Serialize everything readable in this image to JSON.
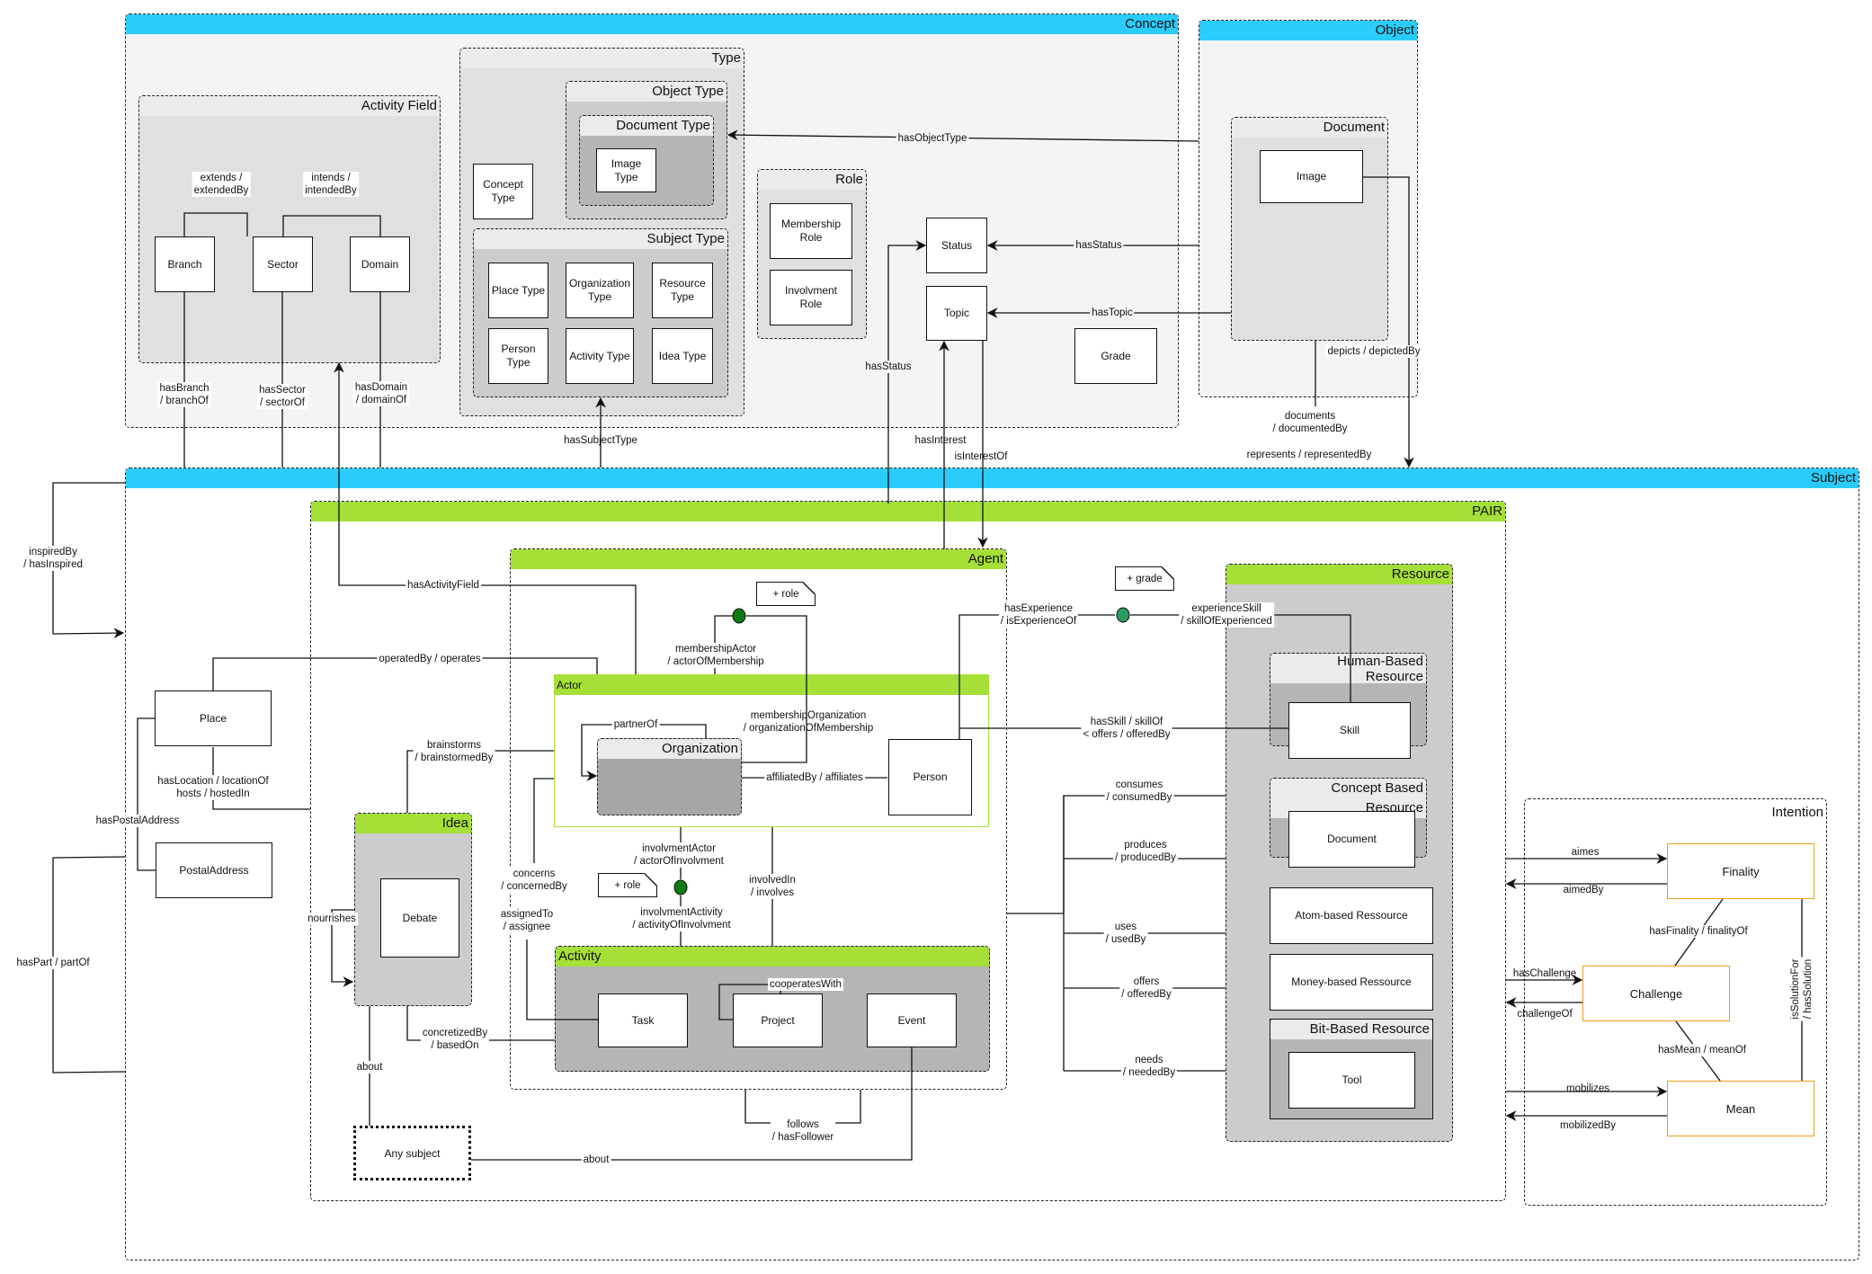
{
  "colors": {
    "concept_header": "#29ccfa",
    "pair_header": "#a5df38",
    "intention_border": "#f29a17",
    "membership_dot": "#0b7a12",
    "experience_dot": "#2f9a5e"
  },
  "concept": {
    "title": "Concept",
    "activity_field": {
      "title": "Activity Field",
      "nodes": [
        "Branch",
        "Sector",
        "Domain"
      ],
      "extends_label": "extends /\nextendedBy",
      "intends_label": "intends /\nintendedBy"
    },
    "type": {
      "title": "Type",
      "concept_type": "Concept Type",
      "object_type": {
        "title": "Object Type",
        "document_type": {
          "title": "Document Type",
          "image_type": "Image Type"
        }
      },
      "subject_type": {
        "title": "Subject Type",
        "items": [
          "Place Type",
          "Organization Type",
          "Resource Type",
          "Person Type",
          "Activity Type",
          "Idea Type"
        ]
      }
    },
    "role": {
      "title": "Role",
      "items": [
        "Membership Role",
        "Involvment Role"
      ]
    },
    "status": "Status",
    "topic": "Topic",
    "grade": "Grade"
  },
  "object": {
    "title": "Object",
    "document": {
      "title": "Document",
      "image": "Image"
    }
  },
  "subject": {
    "title": "Subject",
    "place": "Place",
    "postal_address": "PostalAddress",
    "pair": {
      "title": "PAIR",
      "idea": {
        "title": "Idea",
        "debate": "Debate"
      },
      "agent": {
        "title": "Agent",
        "actor": {
          "title": "Actor",
          "organization": "Organization",
          "person": "Person"
        },
        "activity": {
          "title": "Activity",
          "items": [
            "Task",
            "Project",
            "Event"
          ]
        }
      },
      "resource": {
        "title": "Resource",
        "human_based": {
          "title": "Human-Based Resource",
          "skill": "Skill"
        },
        "concept_based": {
          "title": "Concept Based Resource",
          "document": "Document"
        },
        "atom_based": "Atom-based Ressource",
        "money_based": "Money-based Ressource",
        "bit_based": {
          "title": "Bit-Based Resource",
          "tool": "Tool"
        }
      },
      "any_subject": "Any subject"
    },
    "intention": {
      "title": "Intention",
      "finality": "Finality",
      "challenge": "Challenge",
      "mean": "Mean"
    }
  },
  "notes": {
    "role_1": "+ role",
    "role_2": "+ role",
    "grade": "+ grade"
  },
  "relations": {
    "hasBranch": "hasBranch\n/ branchOf",
    "hasSector": "hasSector\n/ sectorOf",
    "hasDomain": "hasDomain\n/ domainOf",
    "hasSubjectType": "hasSubjectType",
    "hasObjectType": "hasObjectType",
    "hasStatus_object": "hasStatus",
    "hasTopic": "hasTopic",
    "hasStatus_subject": "hasStatus",
    "hasInterest": "hasInterest",
    "isInterestOf": "isInterestOf",
    "depicts": "depicts / depictedBy",
    "documents": "documents\n/ documentedBy",
    "represents": "represents / representedBy",
    "inspiredBy": "inspiredBy\n/ hasInspired",
    "hasPart": "hasPart / partOf",
    "hasPostalAddress": "hasPostalAddress",
    "hasLocation": "hasLocation / locationOf\nhosts / hostedIn",
    "hasActivityField": "hasActivityField",
    "operatedBy": "operatedBy / operates",
    "brainstorms": "brainstorms\n/ brainstormedBy",
    "nourrishes": "nourrishes",
    "membershipActor": "membershipActor\n/ actorOfMembership",
    "membershipOrganization": "membershipOrganization\n/ organizationOfMembership",
    "partnerOf": "partnerOf",
    "affiliatedBy": "affiliatedBy / affiliates",
    "concerns": "concerns\n/ concernedBy",
    "assignedTo": "assignedTo\n/ assignee",
    "involvmentActor": "involvmentActor\n/ actorOfInvolvment",
    "involvmentActivity": "involvmentActivity\n/ activityOfInvolvment",
    "involvedIn": "involvedIn\n/ involves",
    "cooperatesWith": "cooperatesWith",
    "concretizedBy": "concretizedBy\n/ basedOn",
    "about_idea": "about",
    "about_event": "about",
    "follows": "follows\n/ hasFollower",
    "hasExperience": "hasExperience\n/ isExperienceOf",
    "experienceSkill": "experienceSkill\n/ skillOfExperienced",
    "hasSkill": "hasSkill / skillOf\n< offers / offeredBy",
    "consumes": "consumes\n/ consumedBy",
    "produces": "produces\n/ producedBy",
    "uses": "uses\n/ usedBy",
    "offers": "offers\n/ offeredBy",
    "needs": "needs\n/ neededBy",
    "aimes": "aimes",
    "aimedBy": "aimedBy",
    "hasChallenge": "hasChallenge",
    "challengeOf": "challengeOf",
    "mobilizes": "mobilizes",
    "mobilizedBy": "mobilizedBy",
    "hasFinality": "hasFinality / finalityOf",
    "hasMean": "hasMean / meanOf",
    "isSolutionFor": "isSolutionFor\n/ hasSolution"
  }
}
